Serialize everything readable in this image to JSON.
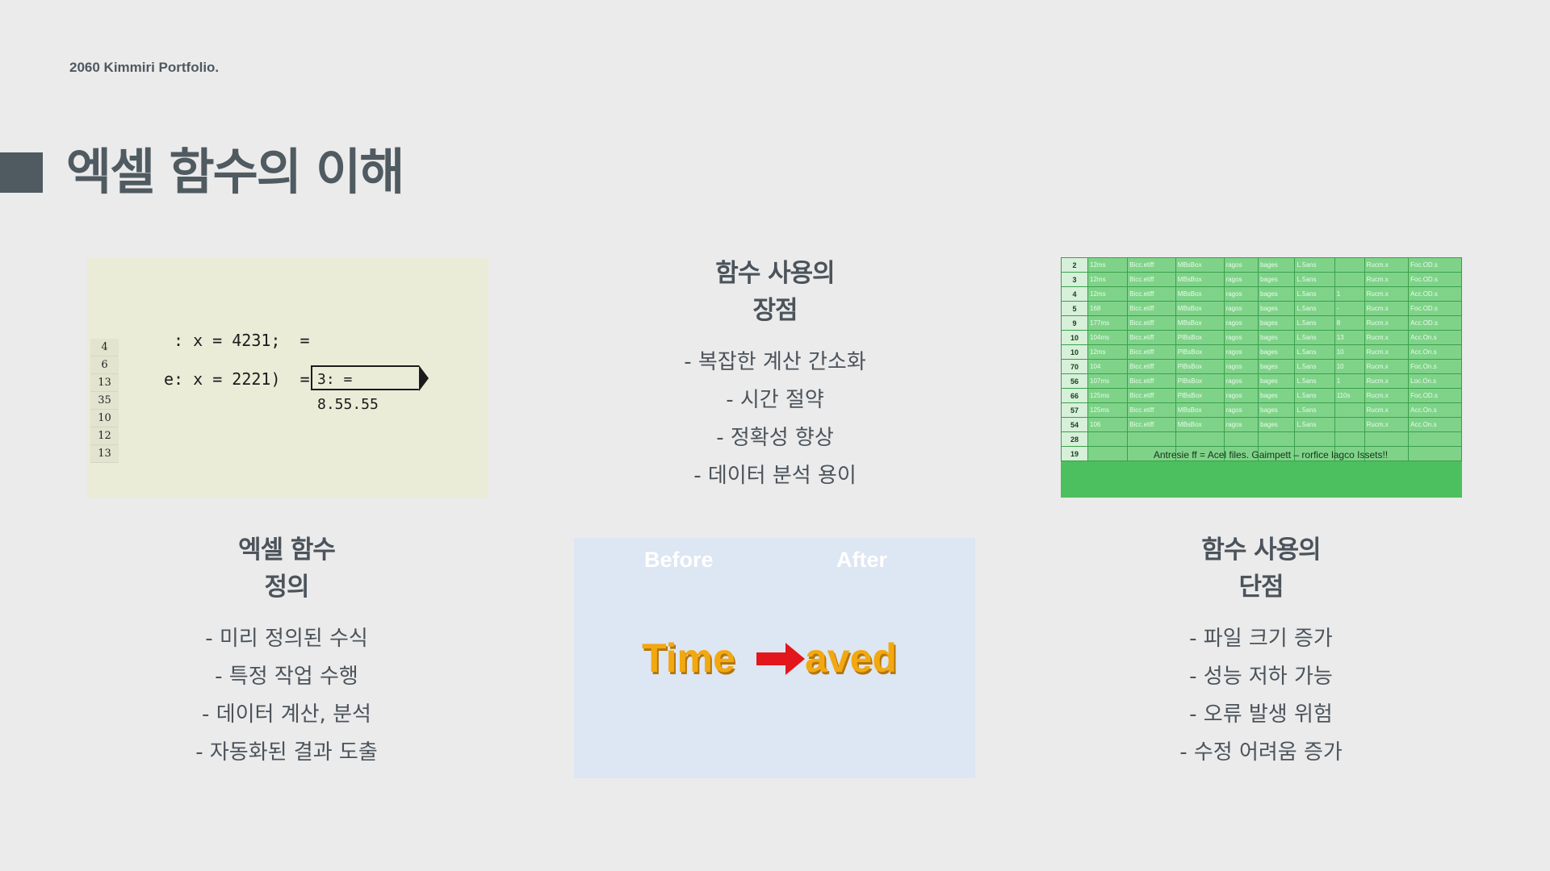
{
  "brand": "2060 Kimmiri Portfolio.",
  "title": "엑셀 함수의 이해",
  "formula_image": {
    "row_numbers": [
      "4",
      "6",
      "13",
      "35",
      "10",
      "12",
      "13"
    ],
    "line1": ": x = 4231;  =",
    "line2": "e: x = 2221)  =",
    "result": "3: = 8.55.55"
  },
  "advantages": {
    "heading_line1": "함수 사용의",
    "heading_line2": "장점",
    "items": [
      "- 복잡한 계산 간소화",
      "- 시간 절약",
      "- 정확성 향상",
      "- 데이터 분석 용이"
    ]
  },
  "definition": {
    "heading_line1": "엑셀 함수",
    "heading_line2": "정의",
    "items": [
      "- 미리 정의된 수식",
      "- 특정 작업 수행",
      "- 데이터 계산, 분석",
      "- 자동화된 결과 도출"
    ]
  },
  "disadvantages": {
    "heading_line1": "함수 사용의",
    "heading_line2": "단점",
    "items": [
      "- 파일 크기 증가",
      "- 성능 저하 가능",
      "- 오류 발생 위험",
      "- 수정 어려움 증가"
    ]
  },
  "sheet_image": {
    "rows": [
      [
        "2",
        "12ms",
        "Bicc.etiff",
        "MBsBox",
        "ragos",
        "bages",
        "L.5ans",
        "",
        "Rucm.x",
        "Foc.OD.s"
      ],
      [
        "3",
        "12ms",
        "Bicc.etiff",
        "MBsBox",
        "ragos",
        "bages",
        "L.5ans",
        "",
        "Rucm.x",
        "Foc.OD.s"
      ],
      [
        "4",
        "12ms",
        "Bicc.etiff",
        "MBsBox",
        "ragos",
        "bages",
        "L.5ans",
        "1",
        "Rucm.x",
        "Acc.OD.s"
      ],
      [
        "5",
        "168",
        "Bicc.etiff",
        "MBsBox",
        "ragos",
        "bages",
        "L.5ans",
        "-",
        "Rucm.x",
        "Foc.OD.s"
      ],
      [
        "9",
        "177ms",
        "Bicc.etiff",
        "MBsBox",
        "ragos",
        "bages",
        "L.5ans",
        "8",
        "Rucm.x",
        "Acc.OD.s"
      ],
      [
        "10",
        "104ms",
        "Bicc.etiff",
        "PlBsBox",
        "ragos",
        "bages",
        "L.5ans",
        "13",
        "Rucm.x",
        "Acc.On.s"
      ],
      [
        "10",
        "12ms",
        "Bicc.etiff",
        "PlBsBox",
        "ragos",
        "bages",
        "L.5ans",
        "10",
        "Rucm.x",
        "Acc.On.s"
      ],
      [
        "70",
        "104",
        "Bicc.etiff",
        "PlBsBox",
        "ragos",
        "bages",
        "L.5ans",
        "10",
        "Rucm.x",
        "Foc.On.s"
      ],
      [
        "56",
        "107ms",
        "Bicc.etiff",
        "PlBsBox",
        "ragos",
        "bages",
        "L.5ans",
        "1",
        "Rucm.x",
        "Loc.On.s"
      ],
      [
        "66",
        "125ms",
        "Bicc.etiff",
        "PlBsBox",
        "ragos",
        "bages",
        "L.5ans",
        "110s",
        "Rucm.x",
        "Foc.OD.s"
      ],
      [
        "57",
        "125ms",
        "Bicc.etiff",
        "MBsBox",
        "ragos",
        "bages",
        "L.5ans",
        "",
        "Rucm.x",
        "Acc.On.s"
      ],
      [
        "54",
        "106",
        "Bicc.etiff",
        "MBsBox",
        "ragos",
        "bages",
        "L.5ans",
        "",
        "Rucm.x",
        "Acc.On.s"
      ],
      [
        "28",
        "",
        "",
        "",
        "",
        "",
        "",
        "",
        "",
        ""
      ],
      [
        "19",
        "",
        "",
        "",
        "",
        "",
        "",
        "",
        "",
        ""
      ]
    ],
    "note": "Antresie ff = Acel files. Gaimpett – rorfice lagco Issets!!"
  },
  "time_image": {
    "before_label": "Before",
    "after_label": "After",
    "left_word": "Time",
    "right_word": "aved",
    "arrow_color": "#e3161c",
    "text_color": "#f3a80f"
  }
}
